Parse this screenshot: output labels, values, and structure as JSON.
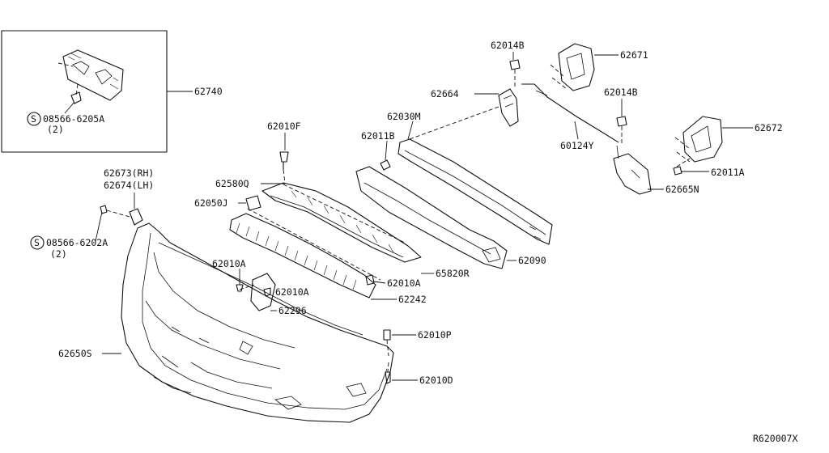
{
  "labels": {
    "p62740": "62740",
    "sym_s_a": "S",
    "p08566_6205A": "08566-6205A",
    "qty_a": "(2)",
    "p62010F": "62010F",
    "p62673": "62673(RH)",
    "p62674": "62674(LH)",
    "p62580Q": "62580Q",
    "p62050J": "62050J",
    "sym_s_b": "S",
    "p08566_6202A": "08566-6202A",
    "qty_b": "(2)",
    "p62010A_left": "62010A",
    "p62010A_mid": "62010A",
    "p62296": "62296",
    "p62650S": "62650S",
    "p62010A_right": "62010A",
    "p65820R": "65820R",
    "p62242": "62242",
    "p62010P": "62010P",
    "p62010D": "62010D",
    "p62011B": "62011B",
    "p62030M": "62030M",
    "p62090": "62090",
    "p62664": "62664",
    "p62014B_top": "62014B",
    "p62671": "62671",
    "p62014B_mid": "62014B",
    "p60124Y": "60124Y",
    "p62672": "62672",
    "p62011A": "62011A",
    "p62665N": "62665N",
    "ref_code": "R620007X"
  }
}
